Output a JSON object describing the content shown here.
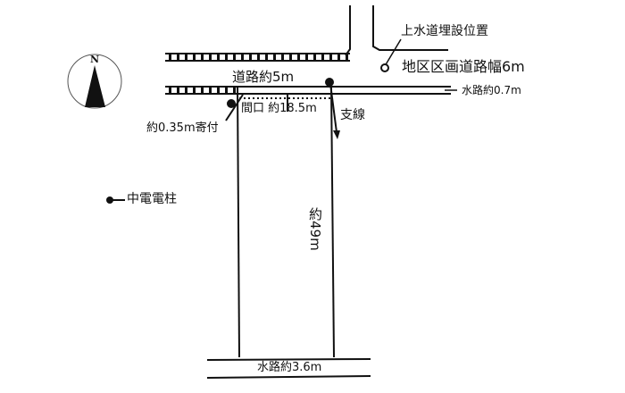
{
  "diagram": {
    "type": "site-plan",
    "compass": {
      "label": "N"
    },
    "labels": {
      "road_width": "道路約5m",
      "water_main": "上水道埋設位置",
      "district_road": "地区区画道路幅6m",
      "waterway_top": "水路約0.7m",
      "frontage": "間口 約18.5m",
      "setback": "約0.35m寄付",
      "branch_line": "支線",
      "utility_pole": "中電電柱",
      "depth": "約49m",
      "waterway_bottom": "水路約3.6m"
    },
    "colors": {
      "line": "#111111",
      "background": "#ffffff"
    }
  }
}
